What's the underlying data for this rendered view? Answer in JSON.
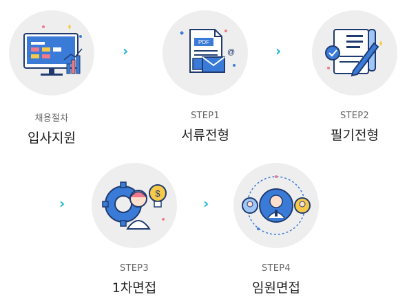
{
  "steps": [
    {
      "sub": "채용절차",
      "title": "입사지원",
      "icon": "monitor-chart-icon"
    },
    {
      "sub": "STEP1",
      "title": "서류전형",
      "icon": "pdf-document-icon"
    },
    {
      "sub": "STEP2",
      "title": "필기전형",
      "icon": "checklist-pen-icon"
    },
    {
      "sub": "STEP3",
      "title": "1차면접",
      "icon": "person-gear-idea-icon"
    },
    {
      "sub": "STEP4",
      "title": "임원면접",
      "icon": "executives-interview-icon"
    }
  ],
  "icon_text": {
    "pdf": "PDF",
    "at": "@",
    "dollar": "$"
  },
  "arrow_glyph": "›",
  "colors": {
    "accent": "#1fb3d6",
    "circle_bg": "#eeeeee",
    "navy": "#1e3a6e",
    "blue": "#3b7bd8",
    "yellow": "#f7c948",
    "pink": "#f07a8a"
  }
}
